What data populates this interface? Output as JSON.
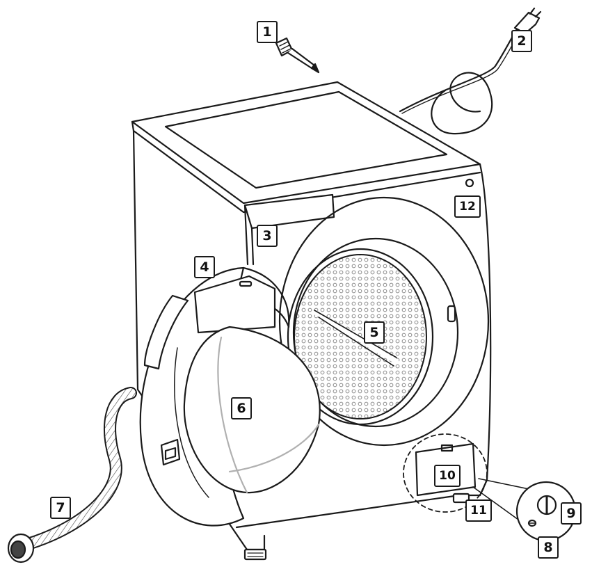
{
  "colors": {
    "stroke": "#1a1a1a",
    "fill": "#ffffff",
    "mesh": "#9a9a9a",
    "gasket": "#c8c8c8"
  },
  "callouts": [
    {
      "id": "c1",
      "label": "1",
      "part": "transit-bolt"
    },
    {
      "id": "c2",
      "label": "2",
      "part": "power-cord"
    },
    {
      "id": "c3",
      "label": "3",
      "part": "detergent-drawer"
    },
    {
      "id": "c4",
      "label": "4",
      "part": "door-handle"
    },
    {
      "id": "c5",
      "label": "5",
      "part": "drum"
    },
    {
      "id": "c6",
      "label": "6",
      "part": "door-glass"
    },
    {
      "id": "c7",
      "label": "7",
      "part": "drain-hose"
    },
    {
      "id": "c8",
      "label": "8",
      "part": "emergency-drain-tube"
    },
    {
      "id": "c9",
      "label": "9",
      "part": "drain-pump-filter"
    },
    {
      "id": "c10",
      "label": "10",
      "part": "filter-cover"
    },
    {
      "id": "c11",
      "label": "11",
      "part": "adjustable-foot"
    },
    {
      "id": "c12",
      "label": "12",
      "part": "power-button"
    }
  ]
}
